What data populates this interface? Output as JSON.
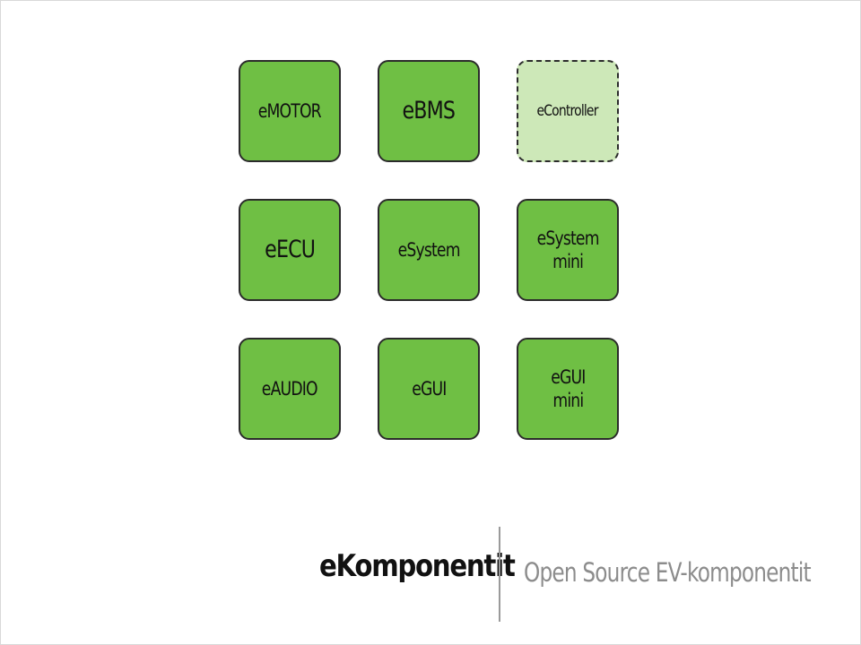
{
  "tiles": [
    {
      "label": "eMOTOR",
      "status": "active"
    },
    {
      "label": "eBMS",
      "status": "active"
    },
    {
      "label": "eController",
      "status": "planned"
    },
    {
      "label": "eECU",
      "status": "active"
    },
    {
      "label": "eSystem",
      "status": "active"
    },
    {
      "label": "eSystem\nmini",
      "status": "active"
    },
    {
      "label": "eAUDIO",
      "status": "active"
    },
    {
      "label": "eGUI",
      "status": "active"
    },
    {
      "label": "eGUI\nmini",
      "status": "active"
    }
  ],
  "footer": {
    "brand": "eKomponentit",
    "tagline": "Open Source EV-komponentit"
  },
  "colors": {
    "active_fill": "#6fbf44",
    "planned_fill": "#cde8b8",
    "border": "#2b2b2b",
    "tagline": "#8c8c8c"
  }
}
